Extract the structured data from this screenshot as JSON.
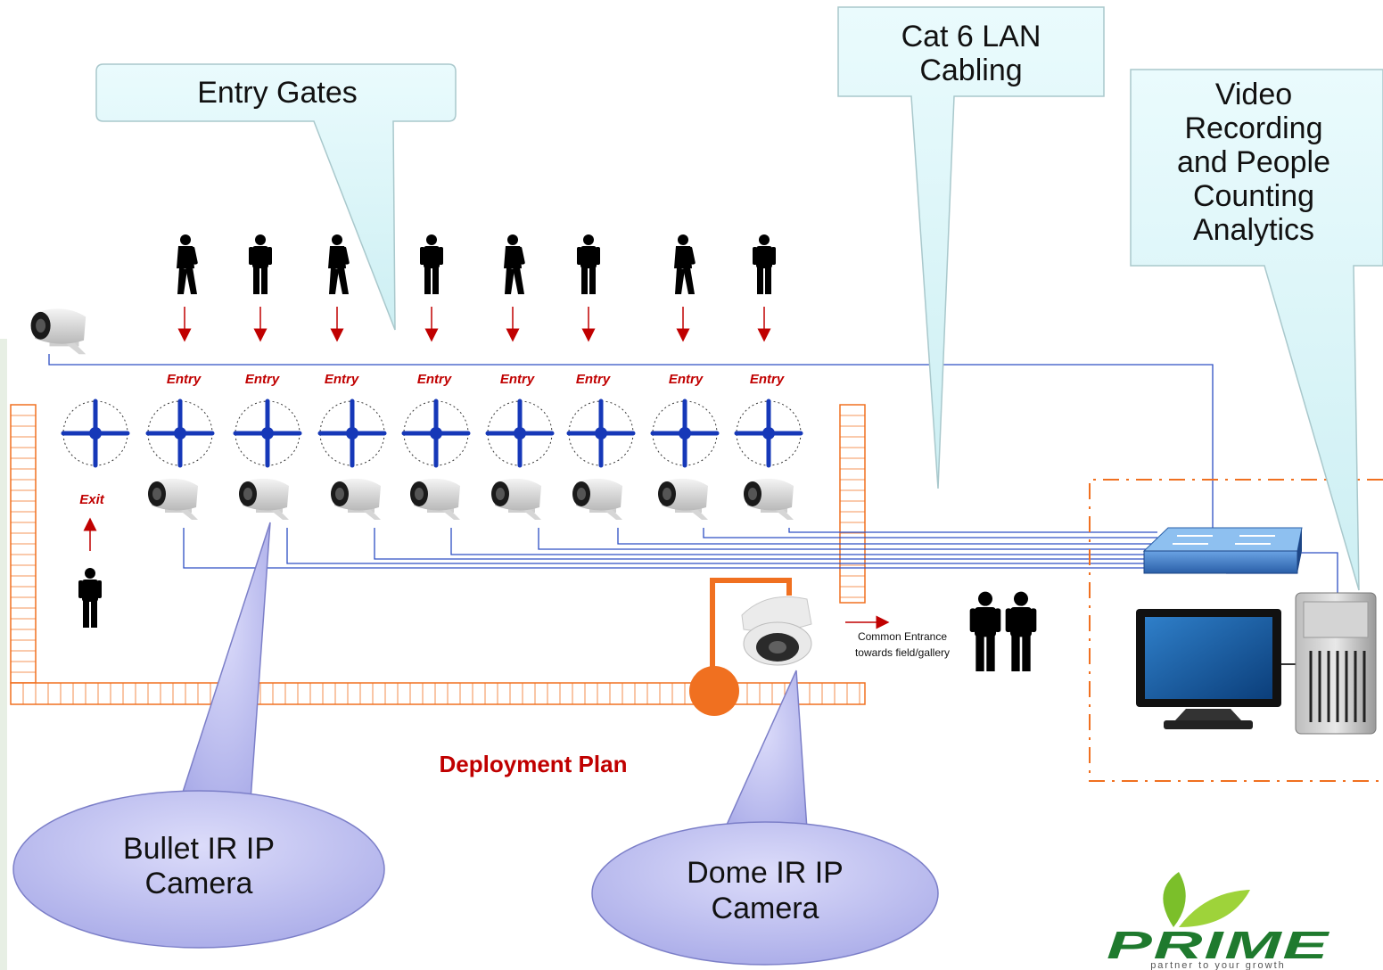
{
  "callouts": {
    "entry_gates": "Entry Gates",
    "cabling": [
      "Cat 6 LAN",
      "Cabling"
    ],
    "analytics": [
      "Video",
      "Recording",
      "and People",
      "Counting",
      "Analytics"
    ],
    "bullet_camera": [
      "Bullet IR IP",
      "Camera"
    ],
    "dome_camera": [
      "Dome IR IP",
      "Camera"
    ]
  },
  "gate_labels": [
    "Entry",
    "Entry",
    "Entry",
    "Entry",
    "Entry",
    "Entry",
    "Entry",
    "Entry"
  ],
  "exit_label": "Exit",
  "common_entrance": [
    "Common Entrance",
    "towards field/gallery"
  ],
  "plan_title": "Deployment Plan",
  "logo": {
    "name": "PRIME",
    "tagline": "partner to your growth"
  },
  "colors": {
    "callout_fill": "#dcf6f9",
    "callout_stroke": "#a9c8cc",
    "bubble_fill": "#b7b8ee",
    "turnstile": "#1638b8",
    "cable": "#2d4fc4",
    "alert_red": "#c00000",
    "orange": "#f07020"
  }
}
